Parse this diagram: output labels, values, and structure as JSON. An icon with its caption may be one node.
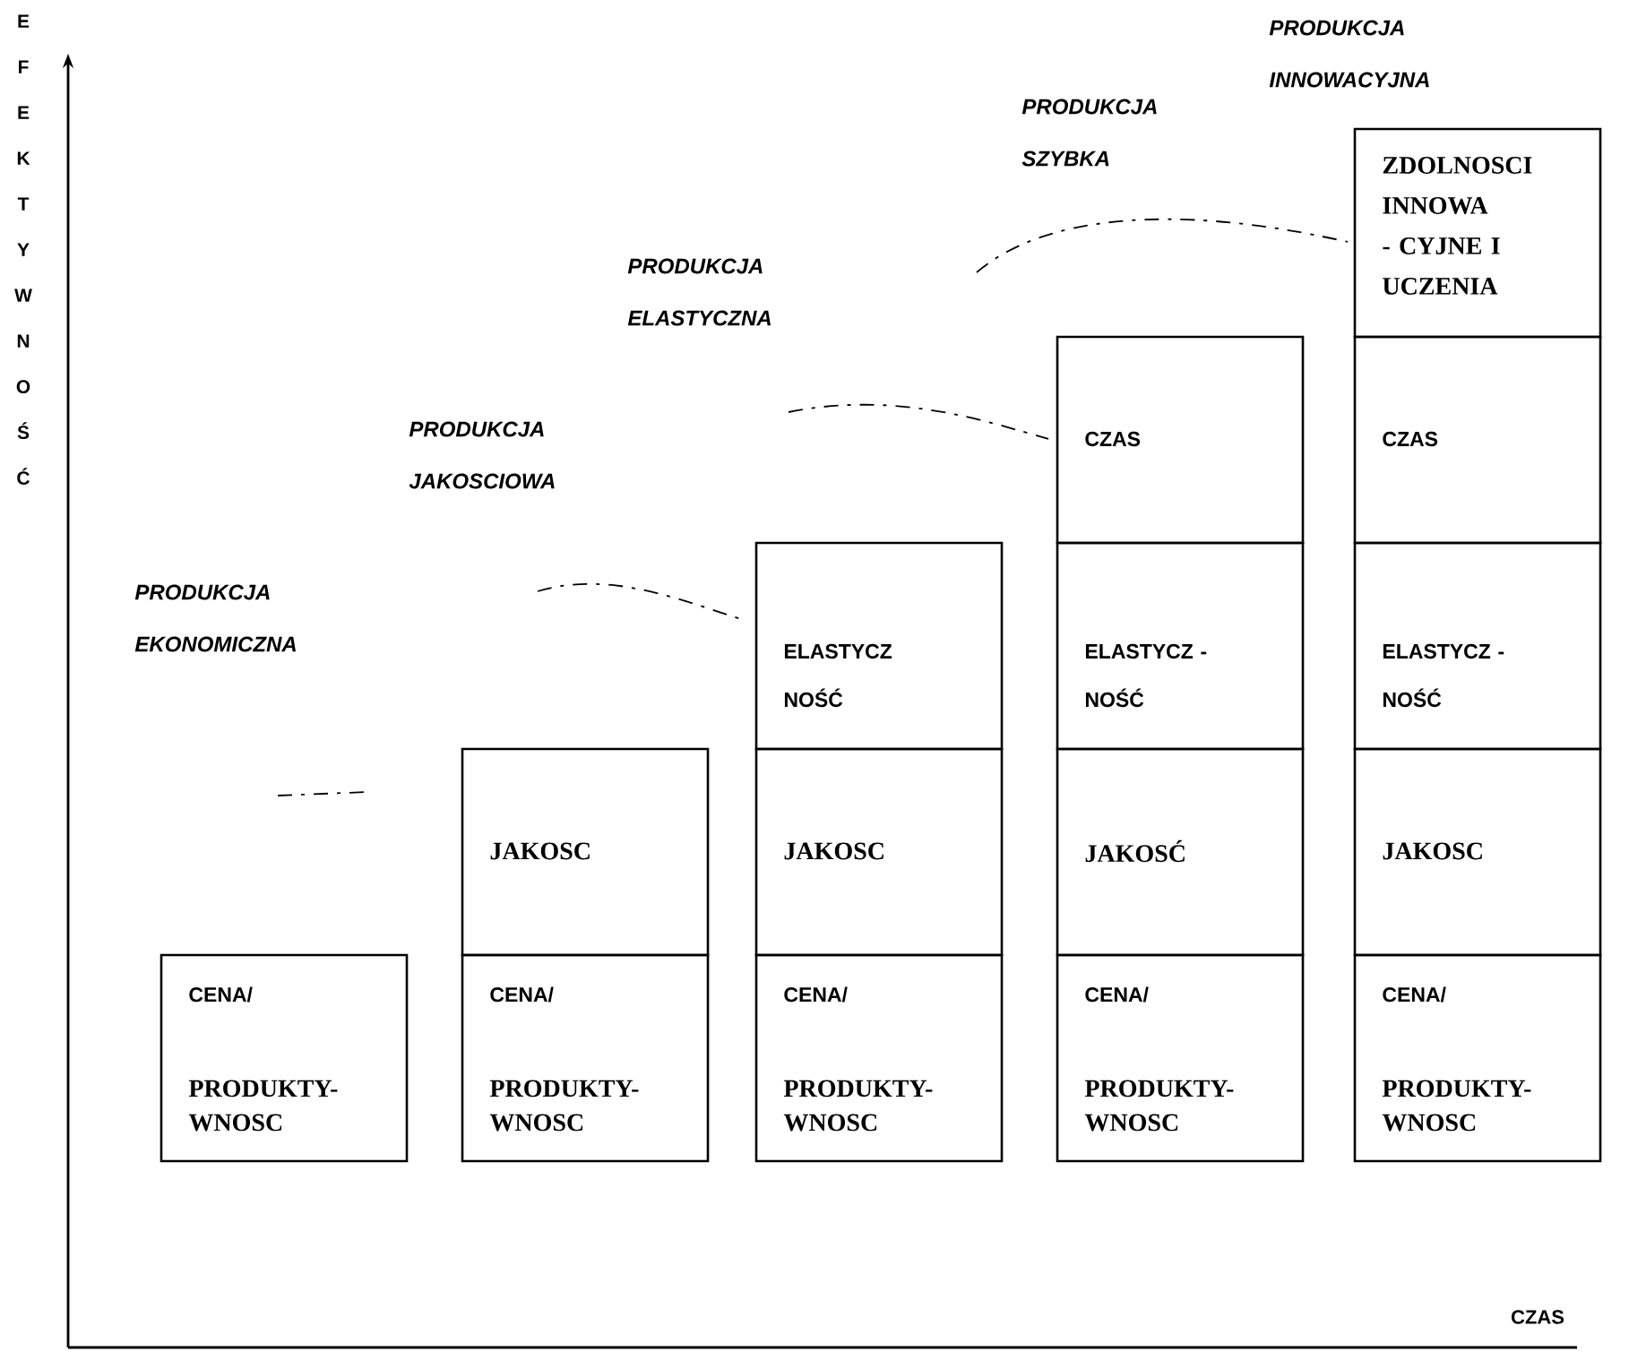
{
  "diagram": {
    "nodes": [
      {
        "text": [
          "CENA/",
          "PRODUKTY- WNOSC"
        ]
      },
      {
        "text": [
          "JAKOSC"
        ]
      },
      {
        "text": [
          "CENA/",
          "PRODUKTY- WNOSC"
        ]
      },
      {
        "text": [
          "ELASTYCZ NOŚĆ"
        ]
      },
      {
        "text": [
          "JAKOSC"
        ]
      },
      {
        "text": [
          "CENA/",
          "PRODUKTY- WNOSC"
        ]
      },
      {
        "text": [
          "CZAS"
        ]
      },
      {
        "text": [
          "ELASTYCZ - NOŚĆ"
        ]
      },
      {
        "text": [
          "JAKOSĆ"
        ]
      },
      {
        "text": [
          "CENA/",
          "PRODUKTY- WNOSC"
        ]
      },
      {
        "text": [
          "ZDOLNOSCI INNOWA - CYJNE I UCZENIA"
        ]
      },
      {
        "text": [
          "CZAS"
        ]
      },
      {
        "text": [
          "ELASTYCZ - NOŚĆ"
        ]
      },
      {
        "text": [
          "JAKOSC"
        ]
      },
      {
        "text": [
          "CENA/",
          "PRODUKTY- WNOSC"
        ]
      }
    ],
    "labels": [
      "EFEKTYWNOŚĆ",
      "PRODUKCJA EKONOMICZNA",
      "PRODUKCJA JAKOSCIOWA",
      "PRODUKCJA ELASTYCZNA",
      "PRODUKCJA SZYBKA",
      "PRODUKCJA INNOWACYJNA",
      "CZAS"
    ]
  }
}
